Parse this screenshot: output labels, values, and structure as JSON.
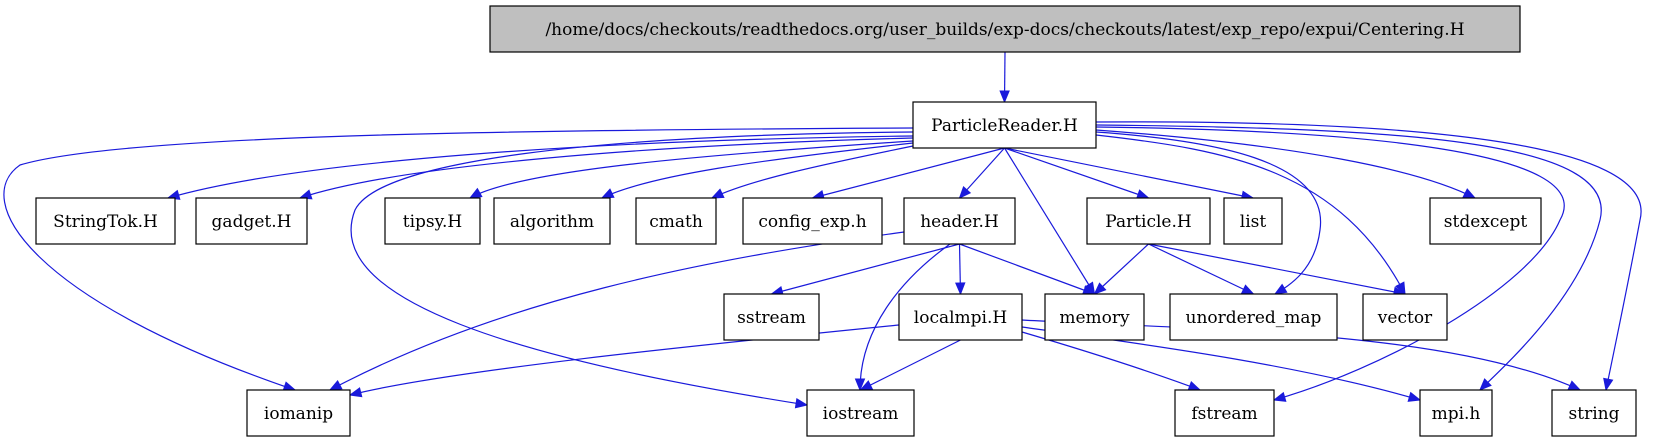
{
  "diagram": {
    "nodes": [
      {
        "id": "centering",
        "label": "/home/docs/checkouts/readthedocs.org/user_builds/exp-docs/checkouts/latest/exp_repo/expui/Centering.H",
        "highlight": true
      },
      {
        "id": "particlereader",
        "label": "ParticleReader.H"
      },
      {
        "id": "stringtok",
        "label": "StringTok.H"
      },
      {
        "id": "gadget",
        "label": "gadget.H"
      },
      {
        "id": "tipsy",
        "label": "tipsy.H"
      },
      {
        "id": "algorithm",
        "label": "algorithm"
      },
      {
        "id": "cmath",
        "label": "cmath"
      },
      {
        "id": "config_exp",
        "label": "config_exp.h"
      },
      {
        "id": "header",
        "label": "header.H"
      },
      {
        "id": "particle",
        "label": "Particle.H"
      },
      {
        "id": "list",
        "label": "list"
      },
      {
        "id": "stdexcept",
        "label": "stdexcept"
      },
      {
        "id": "sstream",
        "label": "sstream"
      },
      {
        "id": "localmpi",
        "label": "localmpi.H"
      },
      {
        "id": "memory",
        "label": "memory"
      },
      {
        "id": "unordered_map",
        "label": "unordered_map"
      },
      {
        "id": "vector",
        "label": "vector"
      },
      {
        "id": "iomanip",
        "label": "iomanip"
      },
      {
        "id": "iostream",
        "label": "iostream"
      },
      {
        "id": "fstream",
        "label": "fstream"
      },
      {
        "id": "mpih",
        "label": "mpi.h"
      },
      {
        "id": "string",
        "label": "string"
      }
    ],
    "edges": [
      {
        "from": "centering",
        "to": "particlereader"
      },
      {
        "from": "particlereader",
        "to": "stringtok"
      },
      {
        "from": "particlereader",
        "to": "gadget"
      },
      {
        "from": "particlereader",
        "to": "tipsy"
      },
      {
        "from": "particlereader",
        "to": "algorithm"
      },
      {
        "from": "particlereader",
        "to": "cmath"
      },
      {
        "from": "particlereader",
        "to": "config_exp"
      },
      {
        "from": "particlereader",
        "to": "header"
      },
      {
        "from": "particlereader",
        "to": "particle"
      },
      {
        "from": "particlereader",
        "to": "list"
      },
      {
        "from": "particlereader",
        "to": "stdexcept"
      },
      {
        "from": "particlereader",
        "to": "memory"
      },
      {
        "from": "particlereader",
        "to": "unordered_map"
      },
      {
        "from": "particlereader",
        "to": "vector"
      },
      {
        "from": "particlereader",
        "to": "iomanip"
      },
      {
        "from": "particlereader",
        "to": "iostream"
      },
      {
        "from": "particlereader",
        "to": "fstream"
      },
      {
        "from": "particlereader",
        "to": "mpih"
      },
      {
        "from": "particlereader",
        "to": "string"
      },
      {
        "from": "header",
        "to": "sstream"
      },
      {
        "from": "header",
        "to": "localmpi"
      },
      {
        "from": "header",
        "to": "memory"
      },
      {
        "from": "header",
        "to": "iomanip"
      },
      {
        "from": "header",
        "to": "iostream"
      },
      {
        "from": "particle",
        "to": "memory"
      },
      {
        "from": "particle",
        "to": "unordered_map"
      },
      {
        "from": "particle",
        "to": "vector"
      },
      {
        "from": "localmpi",
        "to": "iomanip"
      },
      {
        "from": "localmpi",
        "to": "iostream"
      },
      {
        "from": "localmpi",
        "to": "fstream"
      },
      {
        "from": "localmpi",
        "to": "mpih"
      },
      {
        "from": "localmpi",
        "to": "string"
      }
    ]
  }
}
